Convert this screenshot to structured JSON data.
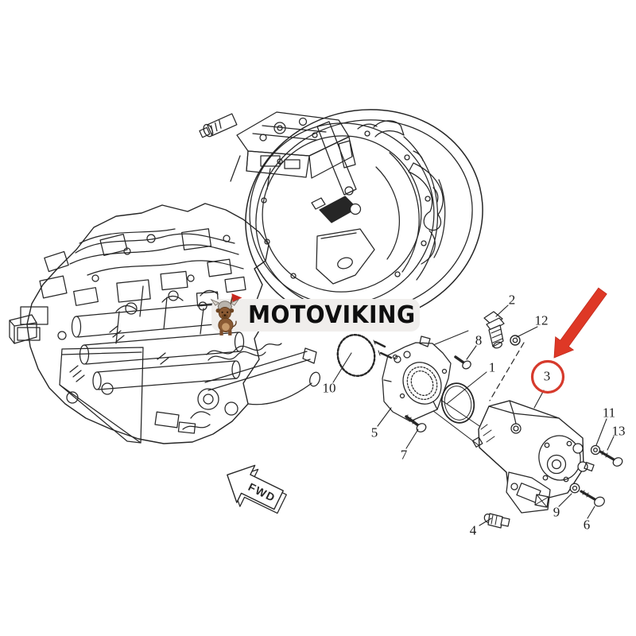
{
  "watermark": {
    "brand": "MOTOVIKING"
  },
  "direction_indicator": {
    "label": "FWD"
  },
  "callouts": [
    {
      "label": "1"
    },
    {
      "label": "2"
    },
    {
      "label": "3"
    },
    {
      "label": "4"
    },
    {
      "label": "5"
    },
    {
      "label": "6"
    },
    {
      "label": "7"
    },
    {
      "label": "8"
    },
    {
      "label": "9"
    },
    {
      "label": "10"
    },
    {
      "label": "11"
    },
    {
      "label": "12"
    },
    {
      "label": "13"
    }
  ],
  "highlight": {
    "circled_callout": "3",
    "circle_color": "#d63a2c",
    "arrow_color": "#de3826"
  },
  "colors": {
    "background": "#ffffff",
    "line_art": "#262626",
    "watermark_bg": "#f0eeec",
    "watermark_text": "#0e0e0e"
  }
}
